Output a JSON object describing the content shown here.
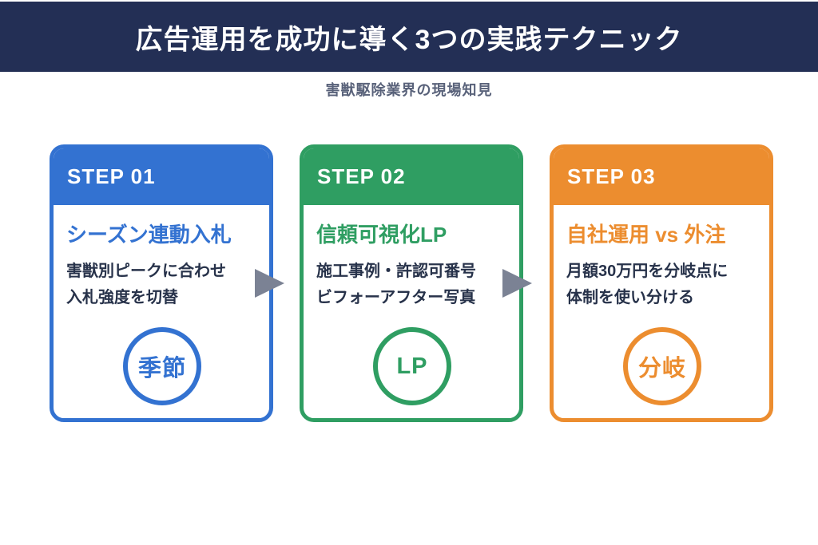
{
  "header": {
    "title": "広告運用を成功に導く3つの実践テクニック",
    "subtitle": "害獣駆除業界の現場知見"
  },
  "steps": [
    {
      "step_label": "STEP 01",
      "title": "シーズン連動入札",
      "desc_line1": "害獣別ピークに合わせ",
      "desc_line2": "入札強度を切替",
      "badge": "季節",
      "accent_color": "#3372d1"
    },
    {
      "step_label": "STEP 02",
      "title": "信頼可視化LP",
      "desc_line1": "施工事例・許認可番号",
      "desc_line2": "ビフォーアフター写真",
      "badge": "LP",
      "accent_color": "#2f9e62"
    },
    {
      "step_label": "STEP 03",
      "title": "自社運用 vs 外注",
      "desc_line1": "月額30万円を分岐点に",
      "desc_line2": "体制を使い分ける",
      "badge": "分岐",
      "accent_color": "#ec8d2f"
    }
  ],
  "colors": {
    "banner_navy": "#232f55",
    "accent_blue": "#3372d1",
    "accent_green": "#2f9e62",
    "accent_orange": "#ec8d2f",
    "body_text": "#27324a",
    "subtitle_text": "#59627a",
    "arrow_gray": "#7b8294"
  }
}
